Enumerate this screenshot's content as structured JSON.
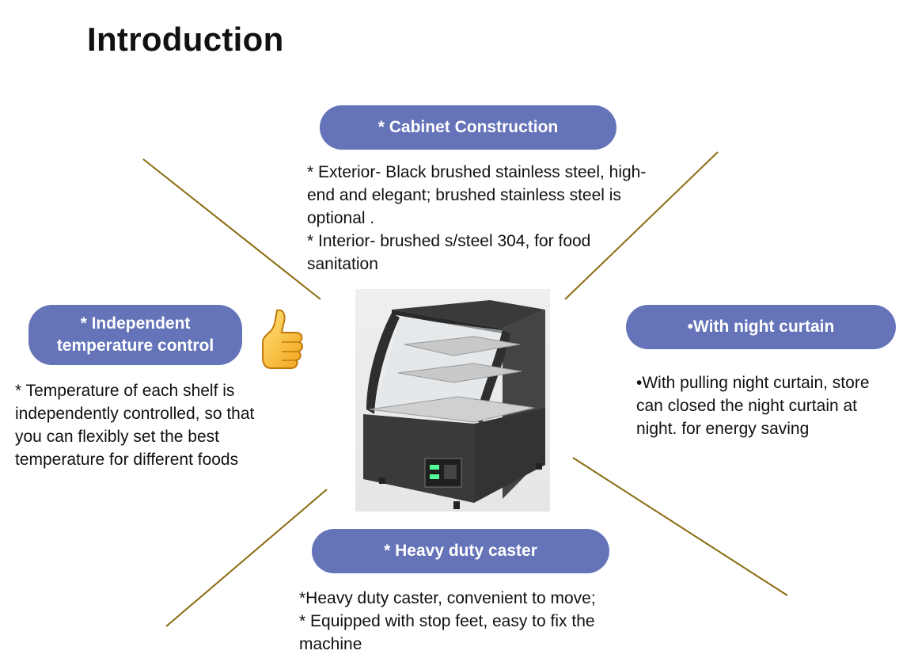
{
  "title": "Introduction",
  "sections": {
    "cabinet": {
      "label": "* Cabinet Construction",
      "lines": [
        "* Exterior- Black brushed stainless steel, high-",
        "end and elegant; brushed stainless steel is",
        "optional .",
        "* Interior- brushed s/steel 304, for food",
        "sanitation"
      ]
    },
    "temperature": {
      "label_line1": "* Independent",
      "label_line2": "temperature control",
      "lines": [
        "* Temperature of each shelf is",
        "independently controlled,  so that",
        "you can flexibly set the best",
        "temperature for different foods"
      ]
    },
    "curtain": {
      "label": "•With night curtain",
      "lines": [
        "•With pulling night curtain, store",
        "can closed the night curtain at",
        "night. for energy saving"
      ]
    },
    "caster": {
      "label": "* Heavy duty caster",
      "lines": [
        "*Heavy duty caster, convenient to move;",
        "* Equipped with stop feet, easy to fix the",
        "machine"
      ]
    }
  },
  "icons": {
    "thumb": "thumbs-up-icon",
    "product": "display-cabinet-image"
  },
  "colors": {
    "pill": "#6573b8",
    "connector": "#8b6b10",
    "cabinet_body": "#3a3a3a"
  }
}
